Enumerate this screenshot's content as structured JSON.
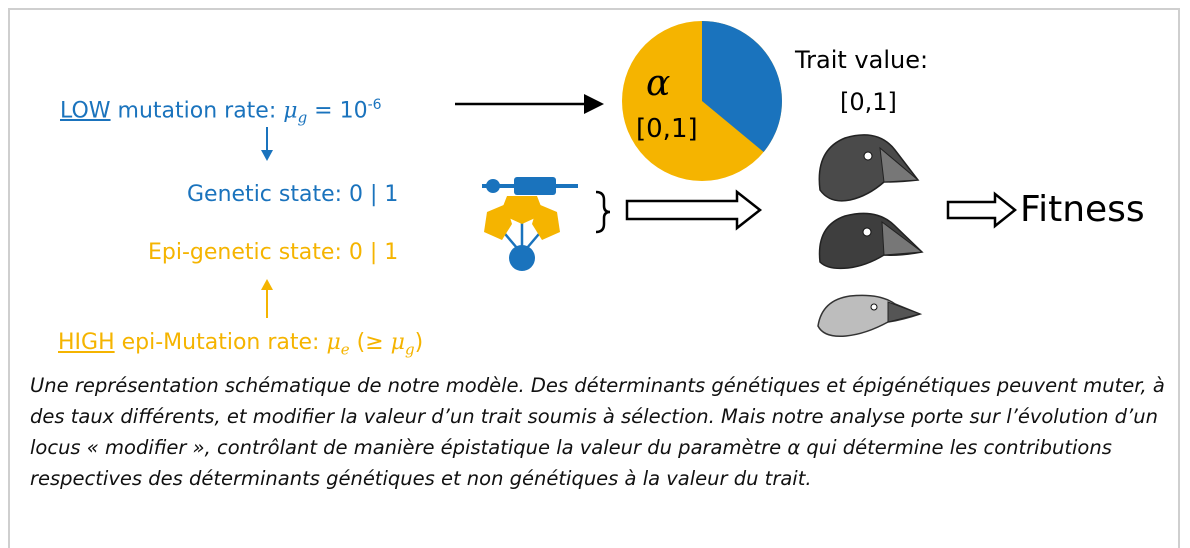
{
  "low_rate": {
    "emph": "LOW",
    "text": " mutation rate: ",
    "mu": "μ",
    "sub": "g",
    "eq": " = 10",
    "exp": "-6"
  },
  "genetic_state": "Genetic state: 0 | 1",
  "epigenetic_state": "Epi-genetic state: 0 | 1",
  "high_rate": {
    "emph": "HIGH",
    "text": " epi-Mutation rate: ",
    "mu": "μ",
    "sub": "e",
    "paren_open": " (≥ ",
    "mu2": "μ",
    "sub2": "g",
    "paren_close": ")"
  },
  "pie": {
    "symbol": "α",
    "range": "[0,1]",
    "blue_fraction": 0.36,
    "colors": {
      "blue": "#1a73bd",
      "gold": "#f5b400"
    }
  },
  "trait": {
    "line1": "Trait value:",
    "line2": "[0,1]"
  },
  "fitness": "Fitness",
  "caption": "Une représentation schématique de notre modèle. Des déterminants génétiques et épigénétiques peuvent muter, à des taux différents, et modifier la valeur d’un trait soumis à sélection. Mais notre analyse porte sur l’évolution d’un locus « modifier », contrôlant de manière épistatique la valeur du paramètre α qui détermine les contributions respectives des déterminants génétiques et non génétiques à la valeur du trait."
}
